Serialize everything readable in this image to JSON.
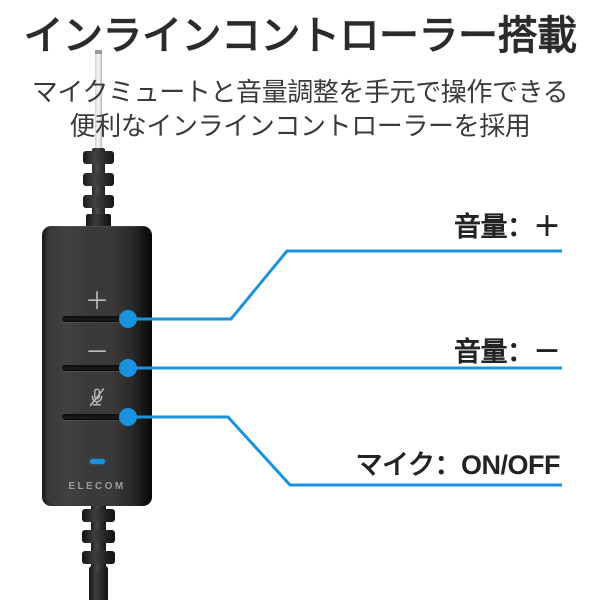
{
  "page": {
    "background_color": "#ffffff",
    "accent_color": "#1b92de",
    "text_color": "#2b2b2b"
  },
  "heading": {
    "title": "インラインコントローラー搭載",
    "subtitle_line1": "マイクミュートと音量調整を手元で操作できる",
    "subtitle_line2": "便利なインラインコントローラーを採用"
  },
  "device": {
    "brand": "ELECOM",
    "buttons": [
      {
        "id": "volume-up",
        "icon": "＋",
        "icon_name": "plus-icon"
      },
      {
        "id": "volume-down",
        "icon": "－",
        "icon_name": "minus-icon"
      },
      {
        "id": "mic-mute",
        "icon": "",
        "icon_name": "microphone-mute-icon"
      }
    ],
    "led_color": "#1b92de"
  },
  "callouts": [
    {
      "id": "volume-up",
      "label": "音量：＋"
    },
    {
      "id": "volume-down",
      "label": "音量：－"
    },
    {
      "id": "mic-toggle",
      "label": "マイク：ON/OFF"
    }
  ]
}
